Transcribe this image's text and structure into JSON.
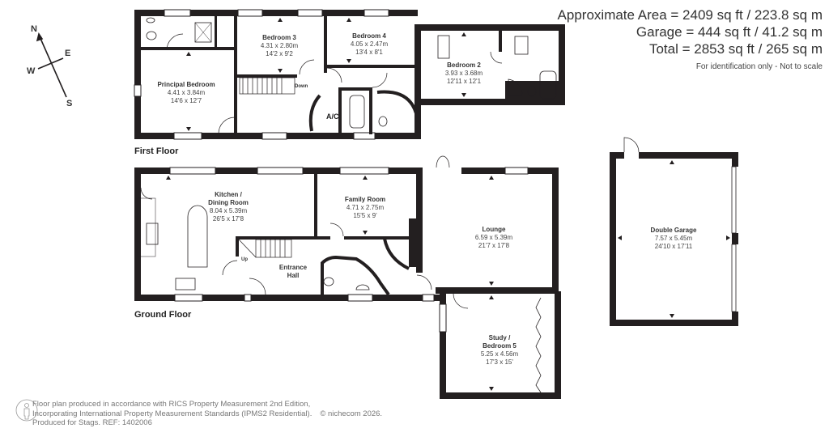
{
  "header": {
    "approx_area": "Approximate Area = 2409 sq ft / 223.8 sq m",
    "garage_area": "Garage = 444 sq ft / 41.2 sq m",
    "total_area": "Total = 2853 sq ft / 265 sq m",
    "disclaimer": "For identification only - Not to scale"
  },
  "compass": {
    "n": "N",
    "e": "E",
    "w": "W",
    "s": "S"
  },
  "first_floor": {
    "title": "First Floor",
    "rooms": [
      {
        "name": "Principal Bedroom",
        "metric": "4.41 x 3.84m",
        "imperial": "14'6 x 12'7"
      },
      {
        "name": "Bedroom 3",
        "metric": "4.31 x 2.80m",
        "imperial": "14'2 x 9'2"
      },
      {
        "name": "Bedroom 4",
        "metric": "4.05 x 2.47m",
        "imperial": "13'4 x 8'1"
      },
      {
        "name": "Bedroom 2",
        "metric": "3.93 x 3.68m",
        "imperial": "12'11 x 12'1"
      }
    ],
    "stairs_label": "Down",
    "ac_label": "A/C"
  },
  "ground_floor": {
    "title": "Ground Floor",
    "rooms": [
      {
        "name": "Kitchen /",
        "name2": "Dining Room",
        "metric": "8.04 x 5.39m",
        "imperial": "26'5 x 17'8"
      },
      {
        "name": "Family Room",
        "metric": "4.71 x 2.75m",
        "imperial": "15'5 x 9'"
      },
      {
        "name": "Entrance",
        "name2": "Hall"
      },
      {
        "name": "Lounge",
        "metric": "6.59 x 5.39m",
        "imperial": "21'7 x 17'8"
      },
      {
        "name": "Study /",
        "name2": "Bedroom 5",
        "metric": "5.25 x 4.56m",
        "imperial": "17'3 x 15'"
      }
    ],
    "stairs_label": "Up"
  },
  "garage": {
    "name": "Double Garage",
    "metric": "7.57 x 5.45m",
    "imperial": "24'10 x 17'11"
  },
  "footer": {
    "line1": "Floor plan produced in accordance with RICS Property Measurement 2nd Edition,",
    "line2": "Incorporating International Property Measurement Standards (IPMS2 Residential).",
    "copyright": "© nichecom 2026.",
    "line3": "Produced for Stags.   REF: 1402006"
  },
  "colors": {
    "wall": "#231f20",
    "text": "#333333",
    "footer_text": "#777777"
  }
}
